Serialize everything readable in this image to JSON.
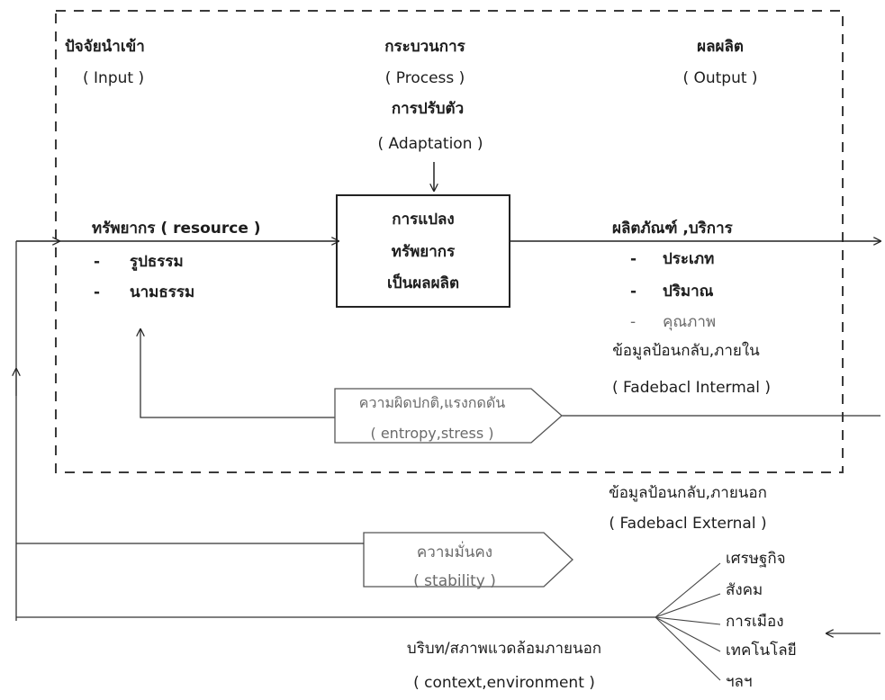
{
  "input": {
    "heading": "ปัจจัยนำเข้า",
    "heading_en": "( Input )",
    "resource": "ทรัพยากร ( resource )",
    "items": [
      {
        "bullet": "-",
        "label": "รูปธรรม"
      },
      {
        "bullet": "-",
        "label": "นามธรรม"
      }
    ]
  },
  "process": {
    "heading": "กระบวนการ",
    "heading_en": "( Process )",
    "adaptation": "การปรับตัว",
    "adaptation_en": "( Adaptation )",
    "box_lines": [
      "การแปลง",
      "ทรัพยากร",
      "เป็นผลผลิต"
    ]
  },
  "output": {
    "heading": "ผลผลิต",
    "heading_en": "( Output )",
    "products": "ผลิตภัณฑ์ ,บริการ",
    "items": [
      {
        "bullet": "-",
        "label": "ประเภท"
      },
      {
        "bullet": "-",
        "label": "ปริมาณ"
      },
      {
        "bullet": "-",
        "label": "คุณภาพ"
      }
    ]
  },
  "feedback_internal": {
    "label": "ข้อมูลป้อนกลับ,ภายใน",
    "label_en": "( Fadebacl Intermal )"
  },
  "entropy": {
    "label": "ความผิดปกติ,แรงกดดัน",
    "label_en": "( entropy,stress )"
  },
  "feedback_external": {
    "label": "ข้อมูลป้อนกลับ,ภายนอก",
    "label_en": "( Fadebacl External )"
  },
  "stability": {
    "label": "ความมั่นคง",
    "label_en": "( stability )"
  },
  "context": {
    "label": "บริบท/สภาพแวดล้อมภายนอก",
    "label_en": "( context,environment )",
    "factors": [
      "เศรษฐกิจ",
      "สังคม",
      "การเมือง",
      "เทคโนโลยี",
      "ฯลฯ"
    ]
  }
}
